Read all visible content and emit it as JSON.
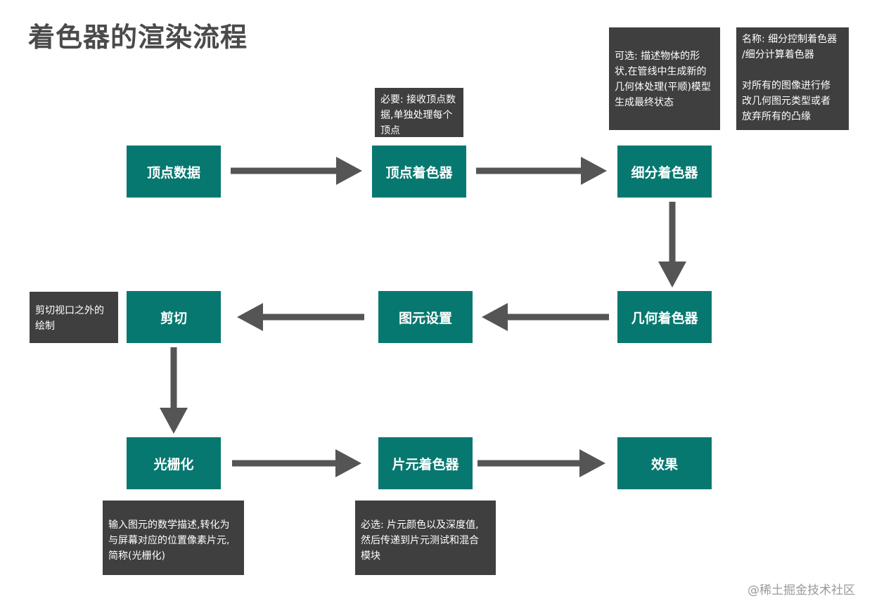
{
  "title": "着色器的渲染流程",
  "nodes": {
    "vertex_data": "顶点数据",
    "vertex_shader": "顶点着色器",
    "tessellation_shader": "细分着色器",
    "geometry_shader": "几何着色器",
    "primitive_setup": "图元设置",
    "clipping": "剪切",
    "rasterization": "光栅化",
    "fragment_shader": "片元着色器",
    "effect": "效果"
  },
  "notes": {
    "vertex_shader": "必要: 接收顶点数\n据,单独处理每个\n顶点",
    "geometry_shader": "可选: 描述物体的形\n状,在管线中生成新的\n几何体处理(平顺)模型\n生成最终状态",
    "tessellation_shader": "名称: 细分控制着色器\n/细分计算着色器\n\n对所有的图像进行修\n改几何图元类型或者\n放弃所有的凸缘",
    "clipping": "剪切视口之外的\n绘制",
    "rasterization": "输入图元的数学描述,转化为\n与屏幕对应的位置像素片元,\n简称(光栅化)",
    "fragment_shader": "必选: 片元颜色以及深度值,\n然后传递到片元测试和混合\n模块"
  },
  "colors": {
    "node": "#07786f",
    "note": "#3f3f3f",
    "arrow": "#555555"
  },
  "watermark": "@稀土掘金技术社区"
}
